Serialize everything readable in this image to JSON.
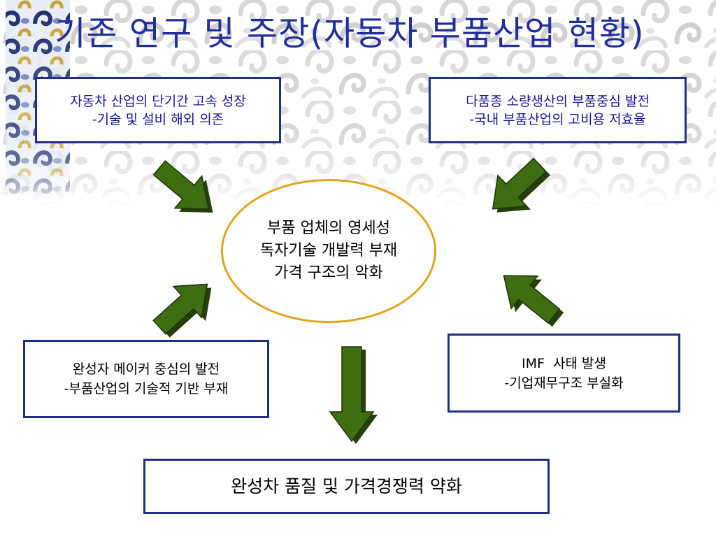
{
  "slide": {
    "title": "기존 연구 및 주장(자동차 부품산업 현황)",
    "box_top_left": {
      "line1": "자동차 산업의 단기간 고속 성장",
      "line2": "-기술 및 설비 해외 의존"
    },
    "box_top_right": {
      "line1": "다품종 소량생산의 부품중심 발전",
      "line2": "-국내 부품산업의 고비용 저효율"
    },
    "center": {
      "line1": "부품 업체의 영세성",
      "line2": "독자기술 개발력 부재",
      "line3": "가격 구조의 악화"
    },
    "box_bottom_left": {
      "line1": "완성자 메이커 중심의 발전",
      "line2": "-부품산업의 기술적 기반 부재"
    },
    "box_right": {
      "line1": "IMF  사태 발생",
      "line2": "-기업재무구조 부실화"
    },
    "box_bottom": {
      "line1": "완성차 품질 및 가격경쟁력 약화"
    }
  },
  "colors": {
    "title": "#1f2d9e",
    "box-border": "#1f2f86",
    "top-text": "#16169a",
    "ellipse-border": "#e3a31c",
    "arrow": "#3f6e12",
    "arrow-dark": "#24400a"
  }
}
